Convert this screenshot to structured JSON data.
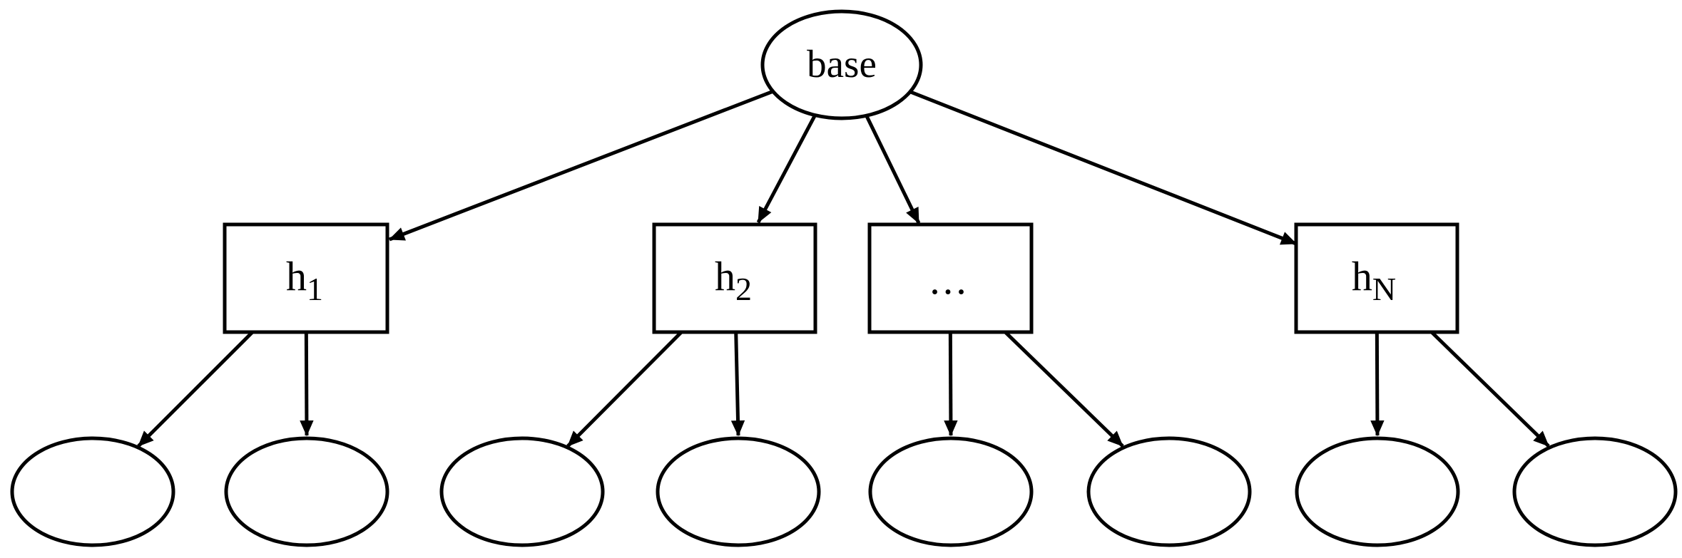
{
  "diagram": {
    "type": "tree",
    "background_color": "#ffffff",
    "line_color": "#000000",
    "root": {
      "id": "base",
      "label": "base",
      "shape": "ellipse"
    },
    "branches": [
      {
        "id": "h1",
        "label_main": "h",
        "label_sub": "1",
        "shape": "rectangle"
      },
      {
        "id": "h2",
        "label_main": "h",
        "label_sub": "2",
        "shape": "rectangle"
      },
      {
        "id": "ellipsis",
        "label_main": "...",
        "label_sub": "",
        "shape": "rectangle"
      },
      {
        "id": "hN",
        "label_main": "h",
        "label_sub": "N",
        "shape": "rectangle"
      }
    ],
    "leaves": [
      {
        "id": "leaf-1",
        "label": "",
        "shape": "ellipse"
      },
      {
        "id": "leaf-2",
        "label": "",
        "shape": "ellipse"
      },
      {
        "id": "leaf-3",
        "label": "",
        "shape": "ellipse"
      },
      {
        "id": "leaf-4",
        "label": "",
        "shape": "ellipse"
      },
      {
        "id": "leaf-5",
        "label": "",
        "shape": "ellipse"
      },
      {
        "id": "leaf-6",
        "label": "",
        "shape": "ellipse"
      },
      {
        "id": "leaf-7",
        "label": "",
        "shape": "ellipse"
      },
      {
        "id": "leaf-8",
        "label": "",
        "shape": "ellipse"
      }
    ],
    "edges": [
      {
        "from": "base",
        "to": "h1"
      },
      {
        "from": "base",
        "to": "h2"
      },
      {
        "from": "base",
        "to": "ellipsis"
      },
      {
        "from": "base",
        "to": "hN"
      },
      {
        "from": "h1",
        "to": "leaf-1"
      },
      {
        "from": "h1",
        "to": "leaf-2"
      },
      {
        "from": "h2",
        "to": "leaf-3"
      },
      {
        "from": "h2",
        "to": "leaf-4"
      },
      {
        "from": "ellipsis",
        "to": "leaf-5"
      },
      {
        "from": "ellipsis",
        "to": "leaf-6"
      },
      {
        "from": "hN",
        "to": "leaf-7"
      },
      {
        "from": "hN",
        "to": "leaf-8"
      }
    ]
  }
}
